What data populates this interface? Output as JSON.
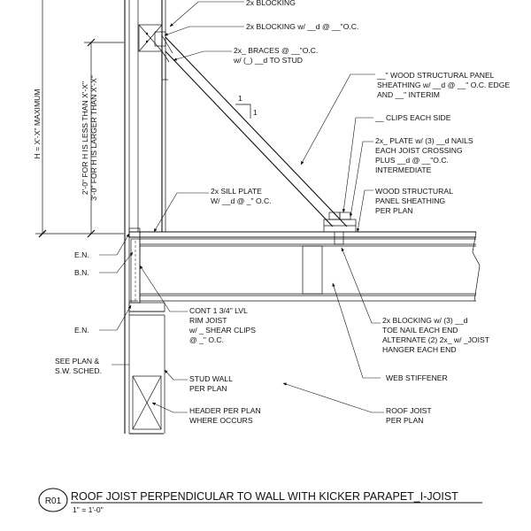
{
  "detail": {
    "tag": "R01",
    "title": "ROOF JOIST PERPENDICULAR TO WALL WITH KICKER PARAPET_I-JOIST",
    "scale": "1\" = 1'-0\""
  },
  "dimensions": {
    "height_max": "H = X'-X\" MAXIMUM",
    "less_than": "2'-0\" FOR H IS LESS THAN X'-X\"",
    "larger_than": "3'-0\" FOR H IS LARGER THAN X'-X\""
  },
  "slope": {
    "rise": "1",
    "run": "1"
  },
  "callouts": {
    "blocking": "2x BLOCKING",
    "blocking_oc": "2x BLOCKING w/ __d @ __\"O.C.",
    "braces_1": "2x_ BRACES @ __\"O.C.",
    "braces_2": "w/ (_) __d TO STUD",
    "sheathing_1": "__\" WOOD STRUCTURAL PANEL",
    "sheathing_2": "SHEATHING w/ __d @ __\" O.C. EDGE",
    "sheathing_3": "AND __\" INTERIM",
    "clips": "__ CLIPS EACH SIDE",
    "plate_1": "2x_ PLATE w/ (3) __d NAILS",
    "plate_2": "EACH JOIST CROSSING",
    "plate_3": "PLUS __d @ __\"O.C.",
    "plate_4": "INTERMEDIATE",
    "wsp_1": "WOOD STRUCTURAL",
    "wsp_2": "PANEL SHEATHING",
    "wsp_3": "PER PLAN",
    "sill_1": "2x SILL PLATE",
    "sill_2": "W/ __d @ _\" O.C.",
    "en_1": "E.N.",
    "bn": "B.N.",
    "en_2": "E.N.",
    "see_plan_1": "SEE PLAN &",
    "see_plan_2": "S.W. SCHED.",
    "rim_1": "CONT 1 3/4\" LVL",
    "rim_2": "RIM JOIST",
    "rim_3": "w/ _ SHEAR CLIPS",
    "rim_4": "@ _\" O.C.",
    "blk_end_1": "2x BLOCKING w/ (3) __d",
    "blk_end_2": "TOE NAIL EACH END",
    "blk_end_3": "ALTERNATE (2) 2x_ w/ _JOIST",
    "blk_end_4": "HANGER EACH END",
    "stud_1": "STUD WALL",
    "stud_2": "PER PLAN",
    "web": "WEB STIFFENER",
    "header_1": "HEADER PER PLAN",
    "header_2": "WHERE OCCURS",
    "joist_1": "ROOF JOIST",
    "joist_2": "PER PLAN"
  }
}
